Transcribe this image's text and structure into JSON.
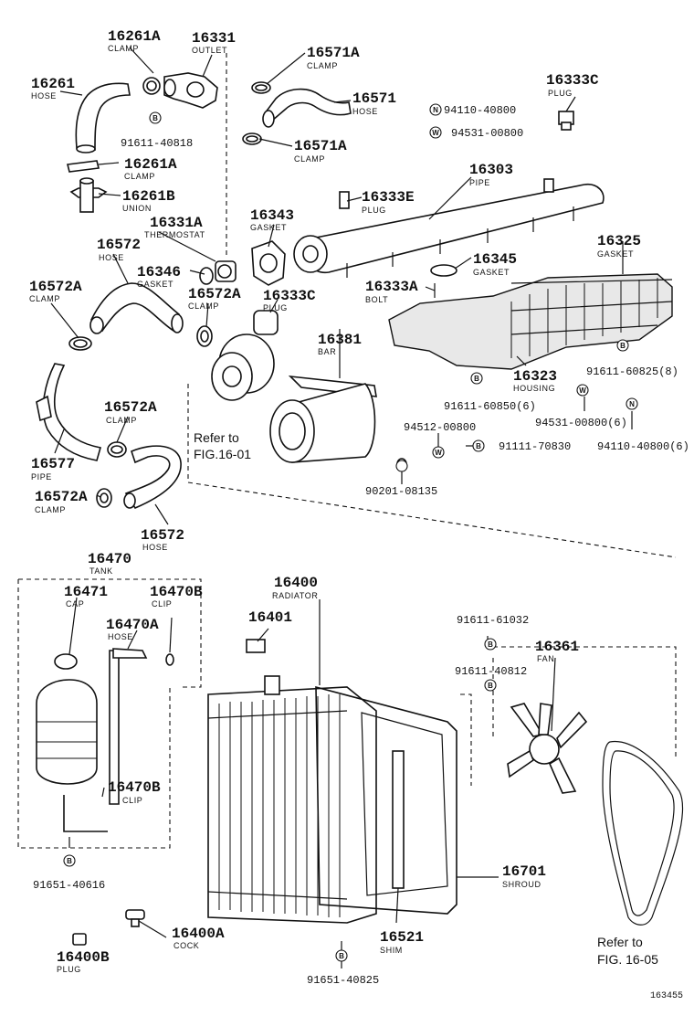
{
  "parts": [
    {
      "key": "p16261A_top",
      "number": "16261A",
      "caption": "CLAMP"
    },
    {
      "key": "p16331",
      "number": "16331",
      "caption": "OUTLET"
    },
    {
      "key": "p16261",
      "number": "16261",
      "caption": "HOSE"
    },
    {
      "key": "p91611_40818",
      "number": "91611-40818",
      "caption": ""
    },
    {
      "key": "p16261A_mid",
      "number": "16261A",
      "caption": "CLAMP"
    },
    {
      "key": "p16261B",
      "number": "16261B",
      "caption": "UNION"
    },
    {
      "key": "p16331A",
      "number": "16331A",
      "caption": "THERMOSTAT"
    },
    {
      "key": "p16572_top",
      "number": "16572",
      "caption": "HOSE"
    },
    {
      "key": "p16346",
      "number": "16346",
      "caption": "GASKET"
    },
    {
      "key": "p16572A_1",
      "number": "16572A",
      "caption": "CLAMP"
    },
    {
      "key": "p16572A_2",
      "number": "16572A",
      "caption": "CLAMP"
    },
    {
      "key": "p16333C_mid",
      "number": "16333C",
      "caption": "PLUG"
    },
    {
      "key": "p16571A_top",
      "number": "16571A",
      "caption": "CLAMP"
    },
    {
      "key": "p16571",
      "number": "16571",
      "caption": "HOSE"
    },
    {
      "key": "p16571A_bot",
      "number": "16571A",
      "caption": "CLAMP"
    },
    {
      "key": "p94110_40800",
      "number": "94110-40800",
      "caption": "",
      "sym": "N"
    },
    {
      "key": "p94531_00800",
      "number": "94531-00800",
      "caption": "",
      "sym": "W"
    },
    {
      "key": "p16333C_top",
      "number": "16333C",
      "caption": "PLUG"
    },
    {
      "key": "p16303",
      "number": "16303",
      "caption": "PIPE"
    },
    {
      "key": "p16343",
      "number": "16343",
      "caption": "GASKET"
    },
    {
      "key": "p16333E",
      "number": "16333E",
      "caption": "PLUG"
    },
    {
      "key": "p16325",
      "number": "16325",
      "caption": "GASKET"
    },
    {
      "key": "p16345",
      "number": "16345",
      "caption": "GASKET"
    },
    {
      "key": "p16333A",
      "number": "16333A",
      "caption": "BOLT"
    },
    {
      "key": "p16381",
      "number": "16381",
      "caption": "BAR"
    },
    {
      "key": "p16323",
      "number": "16323",
      "caption": "HOUSING"
    },
    {
      "key": "p91611_60825",
      "number": "91611-60825(8)",
      "caption": ""
    },
    {
      "key": "p91611_60850",
      "number": "91611-60850(6)",
      "caption": ""
    },
    {
      "key": "p94531_00800_6",
      "number": "94531-00800(6)",
      "caption": ""
    },
    {
      "key": "p94512_00800",
      "number": "94512-00800",
      "caption": ""
    },
    {
      "key": "p94110_40800_6",
      "number": "94110-40800(6)",
      "caption": ""
    },
    {
      "key": "p91111_70830",
      "number": "91111-70830",
      "caption": ""
    },
    {
      "key": "p90201_08135",
      "number": "90201-08135",
      "caption": ""
    },
    {
      "key": "p16572A_3",
      "number": "16572A",
      "caption": "CLAMP"
    },
    {
      "key": "p16577",
      "number": "16577",
      "caption": "PIPE"
    },
    {
      "key": "p16572A_4",
      "number": "16572A",
      "caption": "CLAMP"
    },
    {
      "key": "p16572_bot",
      "number": "16572",
      "caption": "HOSE"
    },
    {
      "key": "p16470",
      "number": "16470",
      "caption": "TANK"
    },
    {
      "key": "p16471",
      "number": "16471",
      "caption": "CAP"
    },
    {
      "key": "p16470B_top",
      "number": "16470B",
      "caption": "CLIP"
    },
    {
      "key": "p16470A",
      "number": "16470A",
      "caption": "HOSE"
    },
    {
      "key": "p16470B_bot",
      "number": "16470B",
      "caption": "CLIP"
    },
    {
      "key": "p91651_40616",
      "number": "91651-40616",
      "caption": ""
    },
    {
      "key": "p16400",
      "number": "16400",
      "caption": "RADIATOR"
    },
    {
      "key": "p16401",
      "number": "16401",
      "caption": ""
    },
    {
      "key": "p91611_61032",
      "number": "91611-61032",
      "caption": ""
    },
    {
      "key": "p16361",
      "number": "16361",
      "caption": "FAN"
    },
    {
      "key": "p91611_40812",
      "number": "91611-40812",
      "caption": ""
    },
    {
      "key": "p16701",
      "number": "16701",
      "caption": "SHROUD"
    },
    {
      "key": "p16521",
      "number": "16521",
      "caption": "SHIM"
    },
    {
      "key": "p16400A",
      "number": "16400A",
      "caption": "COCK"
    },
    {
      "key": "p16400B",
      "number": "16400B",
      "caption": "PLUG"
    },
    {
      "key": "p91651_40825",
      "number": "91651-40825",
      "caption": ""
    }
  ],
  "refs": [
    {
      "key": "ref1",
      "line1": "Refer to",
      "line2": "FIG.16-01"
    },
    {
      "key": "ref2",
      "line1": "Refer to",
      "line2": "FIG. 16-05"
    }
  ],
  "footer_code": "163455"
}
